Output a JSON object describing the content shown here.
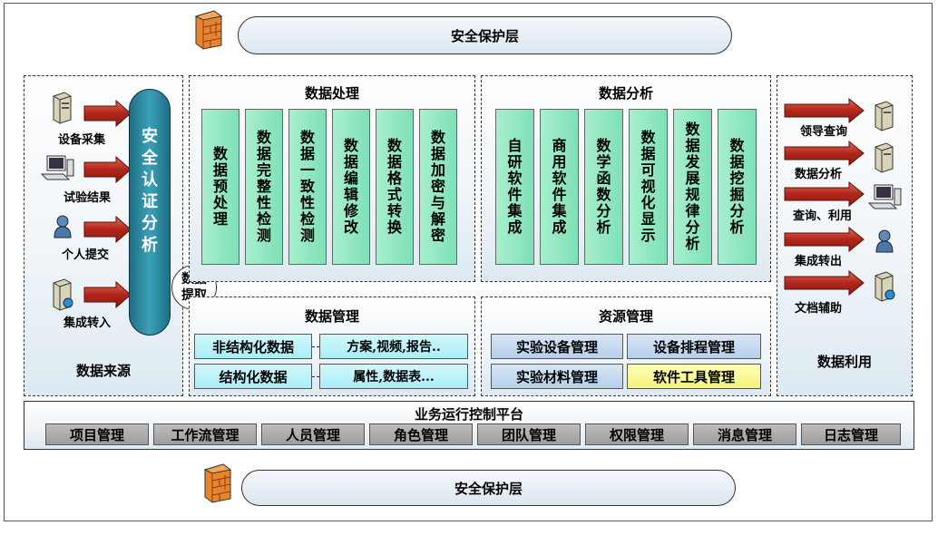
{
  "security_layer": "安全保护层",
  "data_source": {
    "title": "数据来源",
    "items": [
      "设备采集",
      "试验结果",
      "个人提交",
      "集成转入"
    ],
    "auth": "安全认证分析"
  },
  "data_extract": "数据提取",
  "data_processing": {
    "title": "数据处理",
    "columns": [
      "数据预处理",
      "数据完整性检测",
      "数据一致性检测",
      "数据编辑修改",
      "数据格式转换",
      "数据加密与解密"
    ]
  },
  "data_analysis": {
    "title": "数据分析",
    "columns": [
      "自研软件集成",
      "商用软件集成",
      "数学函数分析",
      "数据可视化显示",
      "数据发展规律分析",
      "数据挖掘分析"
    ]
  },
  "data_management": {
    "title": "数据管理",
    "rows": [
      {
        "label": "非结构化数据",
        "note": "方案,视频,报告.."
      },
      {
        "label": "结构化数据",
        "note": "属性,数据表..."
      }
    ]
  },
  "resource_management": {
    "title": "资源管理",
    "items": [
      "实验设备管理",
      "设备排程管理",
      "实验材料管理",
      "软件工具管理"
    ]
  },
  "data_usage": {
    "title": "数据利用",
    "items": [
      "领导查询",
      "数据分析",
      "查询、利用",
      "集成转出",
      "文档辅助"
    ]
  },
  "platform": {
    "title": "业务运行控制平台",
    "items": [
      "项目管理",
      "工作流管理",
      "人员管理",
      "角色管理",
      "团队管理",
      "权限管理",
      "消息管理",
      "日志管理"
    ]
  },
  "colors": {
    "green_col": "#8fe6c0",
    "auth_bar": "#2e8aa0",
    "arrow": "#c0392b",
    "cyan": "#bff3f8",
    "blue": "#c6daf0",
    "yellow": "#fbf79a",
    "grey": "#aaaaaa"
  }
}
